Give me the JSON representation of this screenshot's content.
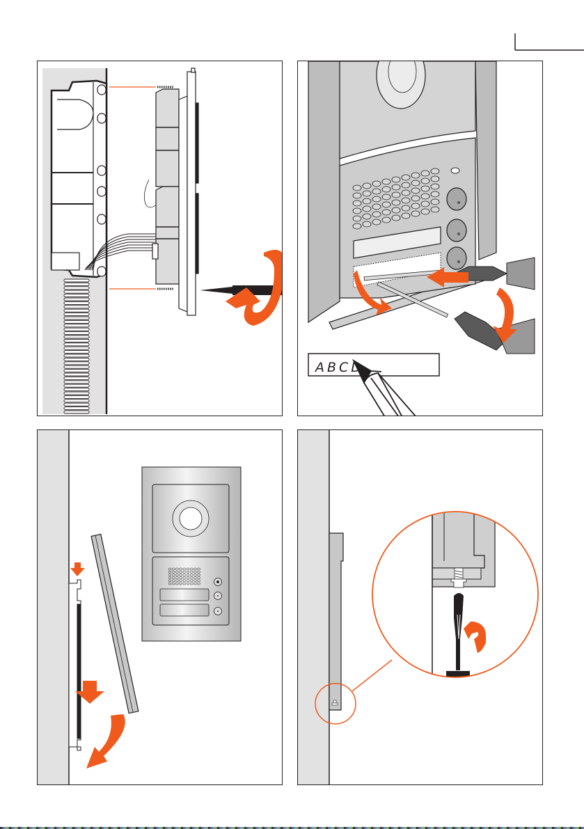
{
  "page": {
    "type": "installation-instructions-page",
    "colors": {
      "accent_orange": "#f05a1c",
      "wall_grey": "#e2e2e2",
      "outline": "#231f20",
      "metal_grey": "#c8c8c8"
    }
  },
  "panels": [
    {
      "id": "step-1",
      "description": "Side view: flush box in wall, module frame with electronics, fixing screws and screwdriver tightening",
      "icons": [
        "flush-box",
        "cable-conduit",
        "wires",
        "screw",
        "screwdriver",
        "rotate-arrow"
      ]
    },
    {
      "id": "step-2",
      "description": "Front view of door panel: removing name-label holder with screwdriver; writing name on label",
      "label_text": "ABCD",
      "icons": [
        "door-panel",
        "camera-lens",
        "speaker-grille",
        "call-button",
        "screwdriver",
        "curved-arrow",
        "pencil"
      ]
    },
    {
      "id": "step-3",
      "description": "Side view: fitting the front cover onto the wall frame; front view of finished door panel",
      "icons": [
        "wall",
        "frame",
        "cover-plate",
        "down-arrow",
        "curved-arrow",
        "door-panel-front"
      ]
    },
    {
      "id": "step-4",
      "description": "Side view with magnified detail: locking screw tightened with screwdriver at bottom",
      "icons": [
        "wall",
        "cover-plate",
        "magnifier-circle",
        "locking-screw",
        "screwdriver",
        "rotate-arrow"
      ]
    }
  ]
}
